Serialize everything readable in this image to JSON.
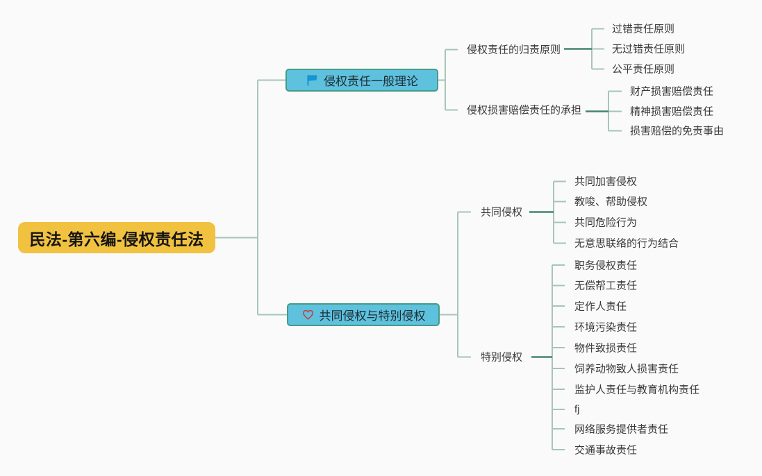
{
  "map_title": "民法-第六编-侵权责任法",
  "colors": {
    "background": "#FAFAFA",
    "root_fill": "#F1C140",
    "branch_fill": "#5EC1DE",
    "branch_border": "#459C86",
    "flag_icon": "#1695D2",
    "heart_icon": "#C0453E",
    "line_light": "#A7C4B8",
    "line_dark": "#44836F",
    "topic_text": "#3A3A3A"
  },
  "root": {
    "label": "民法-第六编-侵权责任法"
  },
  "branches": [
    {
      "icon": "flag-icon",
      "label": "侵权责任一般理论",
      "children": [
        {
          "label": "侵权责任的归责原则",
          "children": [
            {
              "label": "过错责任原则"
            },
            {
              "label": "无过错责任原则"
            },
            {
              "label": "公平责任原则"
            }
          ]
        },
        {
          "label": "侵权损害赔偿责任的承担",
          "children": [
            {
              "label": "财产损害赔偿责任"
            },
            {
              "label": "精神损害赔偿责任"
            },
            {
              "label": "损害赔偿的免责事由"
            }
          ]
        }
      ]
    },
    {
      "icon": "heart-icon",
      "label": "共同侵权与特别侵权",
      "children": [
        {
          "label": "共同侵权",
          "children": [
            {
              "label": "共同加害侵权"
            },
            {
              "label": "教唆、帮助侵权"
            },
            {
              "label": "共同危险行为"
            },
            {
              "label": "无意思联络的行为结合"
            }
          ]
        },
        {
          "label": "特别侵权",
          "children": [
            {
              "label": "职务侵权责任"
            },
            {
              "label": "无偿帮工责任"
            },
            {
              "label": "定作人责任"
            },
            {
              "label": "环境污染责任"
            },
            {
              "label": "物件致损责任"
            },
            {
              "label": "饲养动物致人损害责任"
            },
            {
              "label": "监护人责任与教育机构责任"
            },
            {
              "label": "fj"
            },
            {
              "label": "网络服务提供者责任"
            },
            {
              "label": "交通事故责任"
            }
          ]
        }
      ]
    }
  ]
}
